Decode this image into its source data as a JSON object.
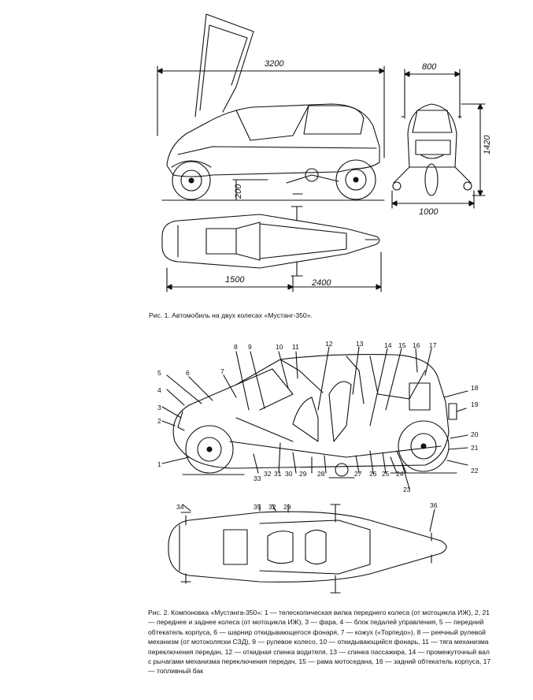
{
  "figure1": {
    "dimensions": {
      "length": "3200",
      "width": "800",
      "height": "1420",
      "clearance": "200",
      "track": "1000",
      "wheelbase": "1500",
      "overall_length": "2400"
    },
    "caption": "Рис. 1. Автомобиль на двух колесах «Мустанг-350»."
  },
  "figure2": {
    "top_labels": [
      "8",
      "9",
      "10",
      "11",
      "12",
      "13",
      "14",
      "15",
      "16",
      "17"
    ],
    "left_labels": [
      "5",
      "6",
      "7",
      "4",
      "3",
      "2",
      "1"
    ],
    "right_labels": [
      "18",
      "19",
      "20",
      "21",
      "22"
    ],
    "bottom_labels": [
      "33",
      "32",
      "31",
      "30",
      "29",
      "28",
      "27",
      "26",
      "25",
      "24",
      "23"
    ],
    "plan_labels": [
      "34",
      "35",
      "32",
      "29",
      "36"
    ],
    "caption": "Рис. 2. Компоновка «Мустанга-350»: 1 — телескопическая вилка переднего колеса (от мотоцикла ИЖ), 2, 21 — переднее и заднее колеса (от мотоцикла ИЖ), 3 — фара, 4 — блок педалей управления, 5 — передний обтекатель корпуса, 6 — шарнир откидывающегося фонаря, 7 — кожух («Торпедо»), 8 — реечный рулевой механизм (от мотоколяски СЗД), 9 — рулевое колесо, 10 — откидывающийся фонарь, 11 — тяга механизма переключения передач, 12 — откидная спинка водителя, 13 — спинка пассажира, 14 — промежуточный вал с рычагами механизма переключения передач, 15 — рама мотоседана, 16 — задний обтекатель корпуса, 17 — топливный бак"
  }
}
